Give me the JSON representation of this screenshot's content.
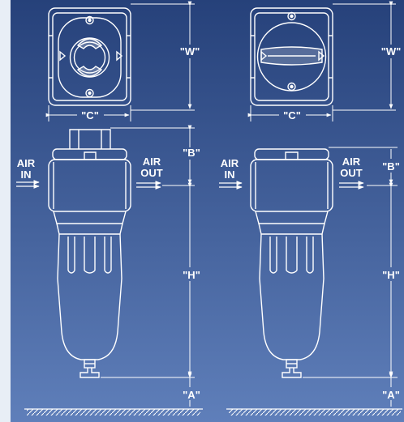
{
  "colors": {
    "background_top": "#26417a",
    "background_bottom": "#5f7fba",
    "left_margin": "#e8eef6",
    "line": "#ffffff"
  },
  "dimensions": {
    "w": "\"W\"",
    "c": "\"C\"",
    "b": "\"B\"",
    "h": "\"H\"",
    "a": "\"A\""
  },
  "ports": {
    "air_in_line1": "AIR",
    "air_in_line2": "IN",
    "air_out_line1": "AIR",
    "air_out_line2": "OUT"
  }
}
